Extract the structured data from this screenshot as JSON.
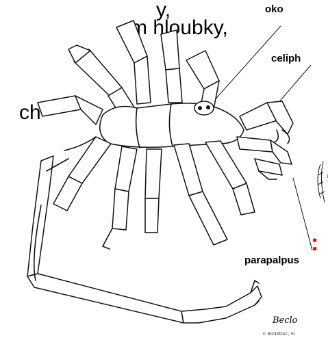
{
  "slide_text": {
    "line1": "y,",
    "line2": "m hloubky,",
    "line3": "ch",
    "line4": ",",
    "line5": ":"
  },
  "labels": {
    "eye": "oko",
    "chelifore": "celiph",
    "parapalpus": "parapalpus"
  },
  "signature": "Beclo",
  "credit": "© BIODIDAC, St"
}
